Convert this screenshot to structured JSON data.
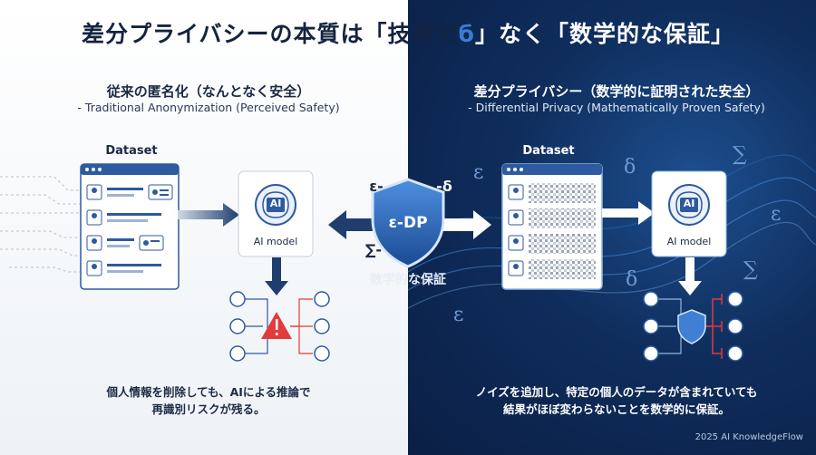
{
  "title": {
    "left_part": "差分プライバシーの本質は「技術で",
    "mid_part": "б",
    "right_part": "」なく「数学的な保証」"
  },
  "left": {
    "heading": "従来の匿名化（なんとなく安全）",
    "subheading": "- Traditional Anonymization (Perceived Safety)",
    "dataset_label": "Dataset",
    "model_label": "AI model",
    "ai_badge": "AI",
    "caption_line1": "個人情報を削除しても、AIによる推論で",
    "caption_line2": "再識別リスクが残る。"
  },
  "right": {
    "heading": "差分プライバシー（数学的に証明された安全）",
    "subheading": "- Differential Privacy (Mathematically Proven Safety)",
    "dataset_label": "Dataset",
    "model_label": "AI model",
    "ai_badge": "AI",
    "caption_line1": "ノイズを追加し、特定の個人のデータが含まれていても",
    "caption_line2": "結果がほぼ変わらないことを数学的に保証。"
  },
  "center": {
    "shield_text": "ε-DP",
    "epsilon_label": "ε-",
    "delta_label": "-δ",
    "sigma_label": "∑-",
    "guarantee_label": "数学的な保証"
  },
  "symbols": {
    "epsilon": "ε",
    "delta": "δ",
    "sigma": "∑"
  },
  "credit": "2025 AI KnowledgeFlow",
  "colors": {
    "dark_navy": "#14233f",
    "accent_blue": "#2f6fc0",
    "warning_red": "#e23b3b",
    "panel_blue": "#0f2d5c"
  }
}
